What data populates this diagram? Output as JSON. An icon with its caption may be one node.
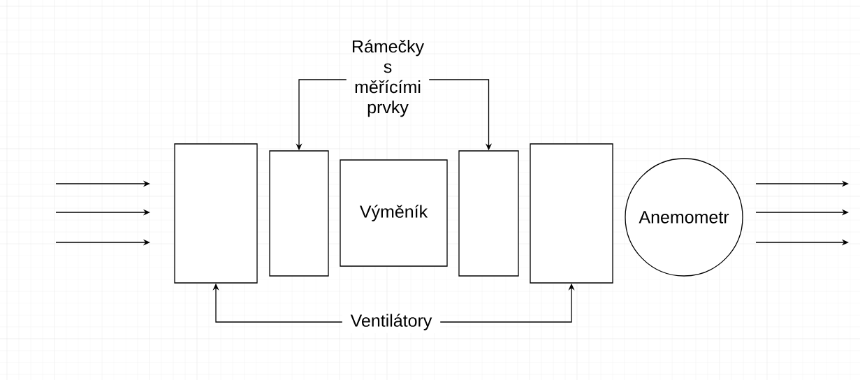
{
  "diagram": {
    "nodes": [
      {
        "text": [
          "Rámečky s měřícími prvky"
        ]
      },
      {
        "text": [
          "Ventilátory"
        ]
      },
      {
        "text": [],
        "shape": "box"
      },
      {
        "text": [],
        "shape": "box"
      },
      {
        "text": [
          "Výměník"
        ]
      },
      {
        "text": [],
        "shape": "box"
      },
      {
        "text": [],
        "shape": "box"
      },
      {
        "text": [
          "Anemometr"
        ]
      }
    ],
    "edges": [
      {
        "from": 0,
        "to": 3,
        "arrow": "to"
      },
      {
        "from": 0,
        "to": 5,
        "arrow": "to"
      },
      {
        "from": 1,
        "to": 2,
        "arrow": "to"
      },
      {
        "from": 1,
        "to": 6,
        "arrow": "to"
      }
    ]
  }
}
